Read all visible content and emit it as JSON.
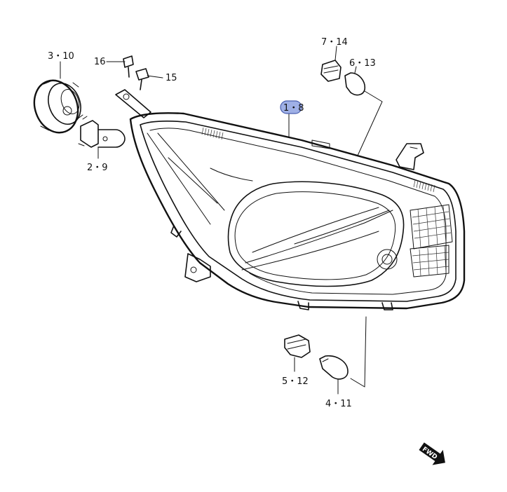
{
  "callouts": [
    {
      "id": "c-3-10",
      "text": "3・10"
    },
    {
      "id": "c-16",
      "text": "16"
    },
    {
      "id": "c-15",
      "text": "15"
    },
    {
      "id": "c-2-9",
      "text": "2・9"
    },
    {
      "id": "c-7-14",
      "text": "7・14"
    },
    {
      "id": "c-6-13",
      "text": "6・13"
    },
    {
      "id": "c-1-8",
      "text": "1・8"
    },
    {
      "id": "c-5-12",
      "text": "5・12"
    },
    {
      "id": "c-4-11",
      "text": "4・11"
    }
  ],
  "fwd_label": "FWD",
  "colors": {
    "ink": "#111111",
    "highlight": "#9fb0e6",
    "highlight_stroke": "#4a5fb0"
  }
}
